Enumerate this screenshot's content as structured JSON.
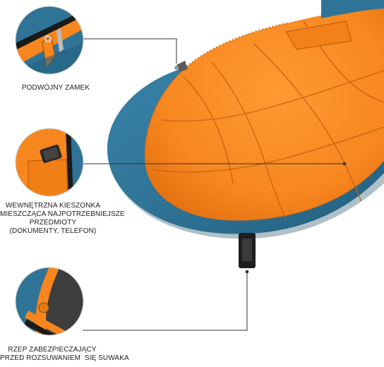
{
  "callouts": {
    "zipper": {
      "lines": [
        "PODWÓJNY ZAMEK"
      ]
    },
    "pocket": {
      "lines": [
        "WEWNĘTRZNA KIESZONKA",
        "MIESZCZĄCA NAJPOTRZEBNIEJSZE",
        "PRZEDMIOTY",
        "(DOKUMENTY, TELEFON)"
      ]
    },
    "velcro": {
      "lines": [
        "RZEP ZABEZPIECZAJĄCY",
        "PRZED ROZSUWANIEM  SIĘ SUWAKA"
      ]
    }
  },
  "colors": {
    "lining_orange": "#f7861f",
    "shell_blue": "#2f7396",
    "shell_dark": "#23586f",
    "lining_shadow": "#d8650d",
    "leader_line": "#333333"
  }
}
